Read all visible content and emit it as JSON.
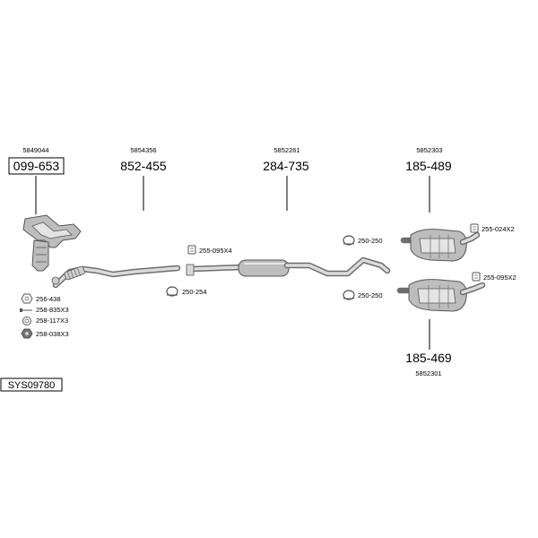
{
  "diagram_ref": "SYS09780",
  "parts": [
    {
      "id": "front-pipe",
      "part_number": "5849044",
      "ref": "099-653"
    },
    {
      "id": "middle-pipe",
      "part_number": "5854356",
      "ref": "852-455"
    },
    {
      "id": "center-silencer",
      "part_number": "5852261",
      "ref": "284-735"
    },
    {
      "id": "rear-silencer-top",
      "part_number": "5852303",
      "ref": "185-489"
    },
    {
      "id": "rear-silencer-bottom",
      "part_number": "5852301",
      "ref": "185-469"
    }
  ],
  "fittings": {
    "gasket_256": "256-438",
    "bolt_258_835": "258-835X3",
    "spring_258_117": "258-117X3",
    "nut_258_038": "258-038X3",
    "clamp_255_095x4": "255-095X4",
    "gasket_250_254": "250-254",
    "hanger_250_250_top": "250-250",
    "hanger_250_250_bottom": "250-250",
    "clamp_255_024x2": "255-024X2",
    "clamp_255_095x2": "255-095X2"
  },
  "colors": {
    "line": "#000000",
    "part_fill": "#bdbdbd",
    "part_stroke": "#555555"
  }
}
